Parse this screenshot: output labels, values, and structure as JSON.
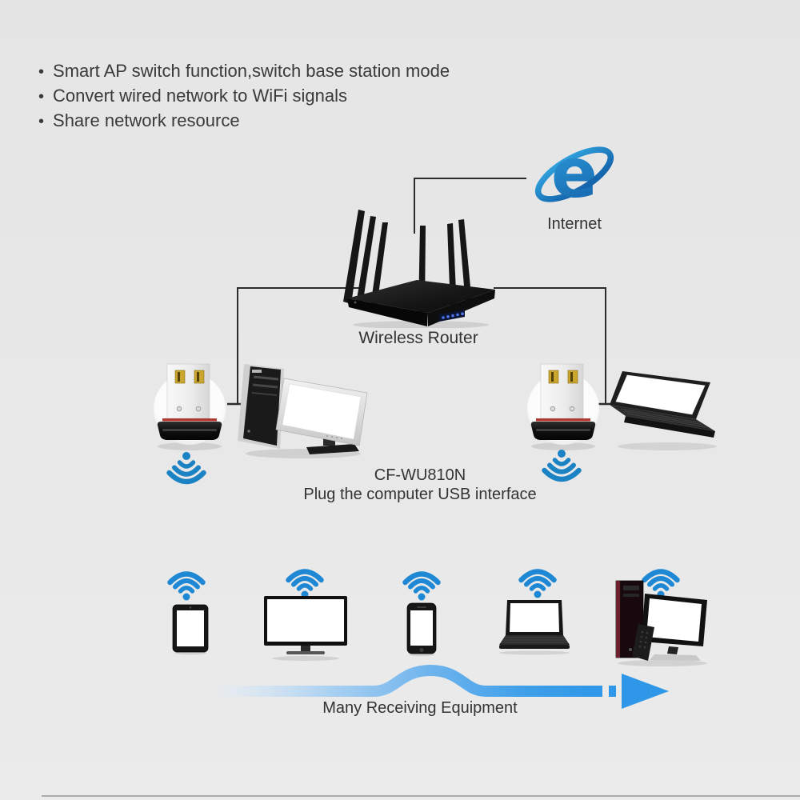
{
  "features": {
    "bullet": "•",
    "items": [
      "Smart AP switch function,switch base station mode",
      "Convert wired network to WiFi signals",
      "Share network resource"
    ]
  },
  "diagram": {
    "internet_label": "Internet",
    "router_label": "Wireless Router",
    "adapter_model": "CF-WU810N",
    "adapter_caption": "Plug the computer USB interface"
  },
  "bottom": {
    "arrow_label": "Many Receiving Equipment",
    "devices": [
      "tablet",
      "tv",
      "smartphone",
      "laptop",
      "desktop-computer"
    ]
  },
  "colors": {
    "background": "#e7e7e7",
    "text": "#3a3a3a",
    "connector_line": "#2c2c2c",
    "wifi_blue": "#1b82c4",
    "wifi_blue_bright": "#1e88d4",
    "ie_blue_light": "#2f9fdb",
    "ie_blue_dark": "#1565ad",
    "arrow_blue": "#2e97e8",
    "router_led_blue": "#4f74e8",
    "adapter_red_stripe": "#b03a31"
  }
}
